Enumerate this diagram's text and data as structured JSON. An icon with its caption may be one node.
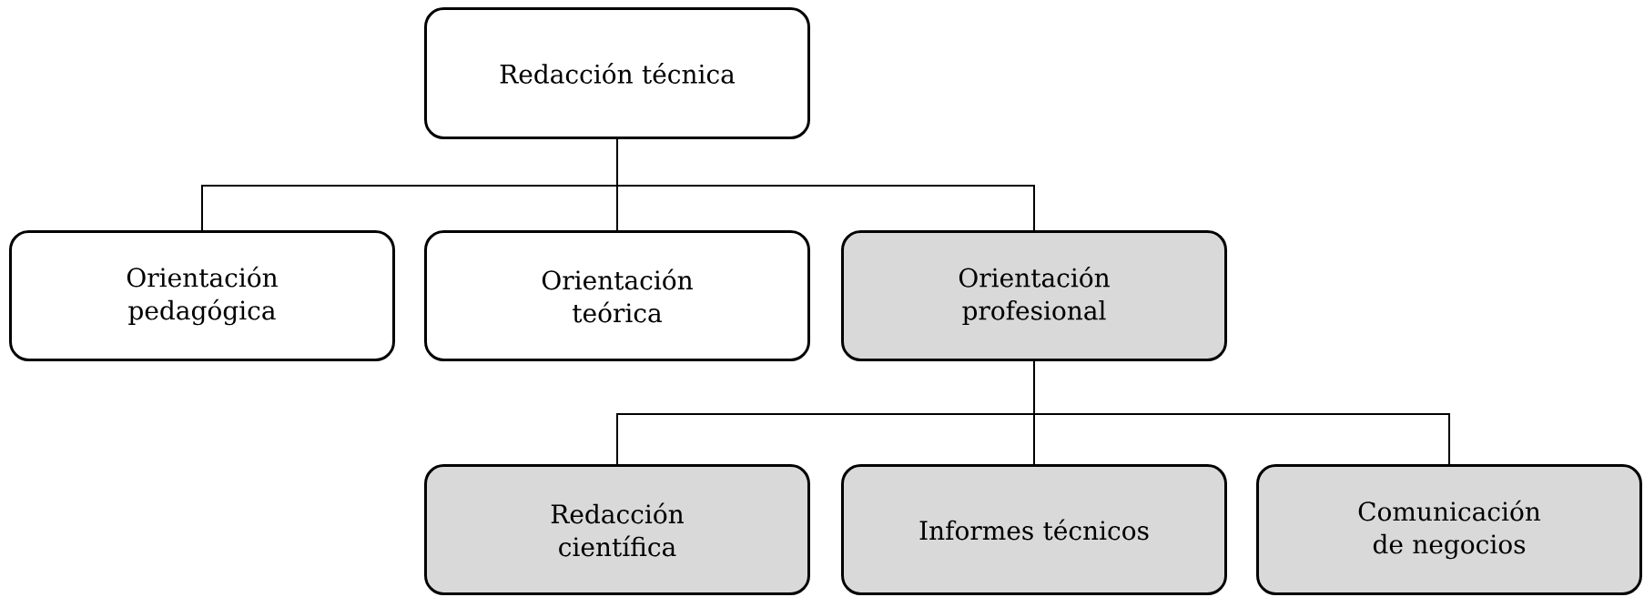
{
  "diagram": {
    "nodes": [
      {
        "text": [
          "Redacción técnica"
        ]
      },
      {
        "text": [
          "Orientación pedagógica"
        ]
      },
      {
        "text": [
          "Orientación teórica"
        ]
      },
      {
        "text": [
          "Orientación profesional"
        ]
      },
      {
        "text": [
          "Redacción científica"
        ]
      },
      {
        "text": [
          "Informes técnicos"
        ]
      },
      {
        "text": [
          "Comunicación de negocios"
        ]
      }
    ],
    "edges": [
      {
        "from": 0,
        "to": 1,
        "arrow": "none"
      },
      {
        "from": 0,
        "to": 2,
        "arrow": "none"
      },
      {
        "from": 0,
        "to": 3,
        "arrow": "none"
      },
      {
        "from": 3,
        "to": 4,
        "arrow": "none"
      },
      {
        "from": 3,
        "to": 5,
        "arrow": "none"
      },
      {
        "from": 3,
        "to": 6,
        "arrow": "none"
      }
    ]
  }
}
